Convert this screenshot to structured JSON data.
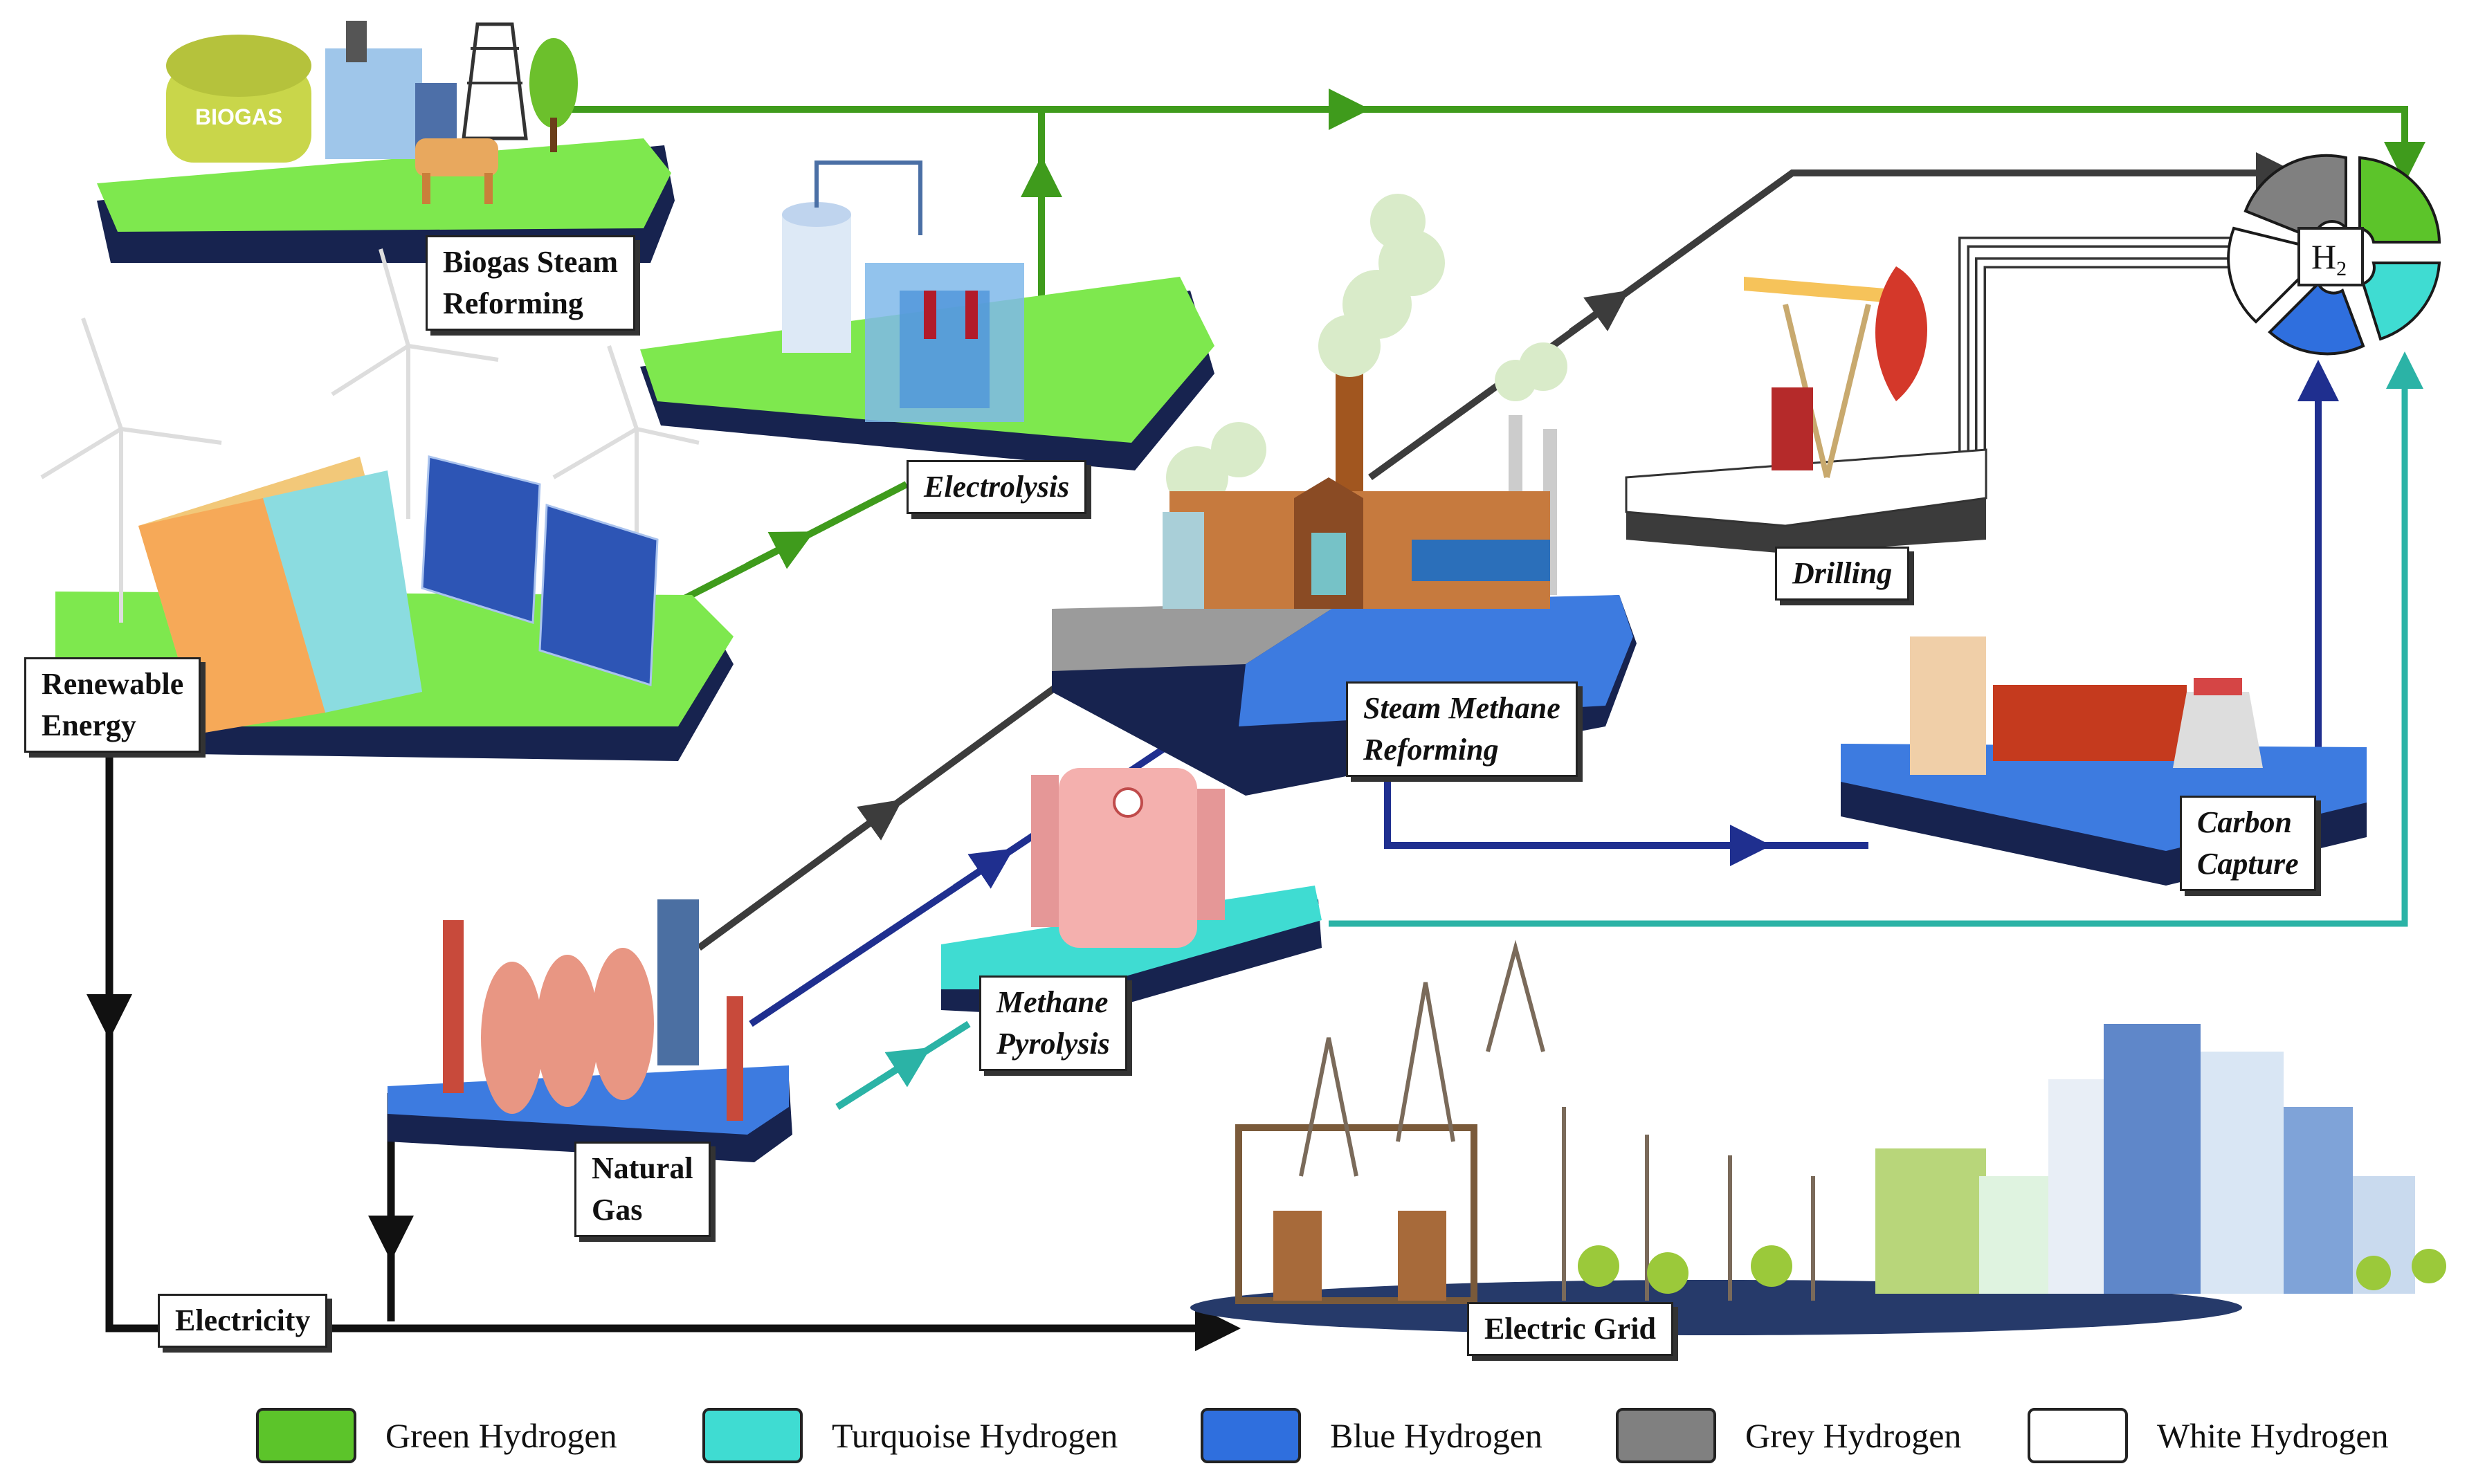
{
  "labels": {
    "biogas": "Biogas Steam\nReforming",
    "electrolysis": "Electrolysis",
    "renewable": "Renewable\nEnergy",
    "smr": "Steam Methane\nReforming",
    "drilling": "Drilling",
    "carbon_capture": "Carbon\nCapture",
    "methane_pyrolysis": "Methane\nPyrolysis",
    "natural_gas": "Natural\nGas",
    "electricity": "Electricity",
    "electric_grid": "Electric Grid",
    "biogas_tank": "BIOGAS",
    "h2": "H",
    "h2_sub": "2"
  },
  "legend": [
    {
      "label": "Green Hydrogen",
      "color": "#5cc42a"
    },
    {
      "label": "Turquoise Hydrogen",
      "color": "#3fdcd2"
    },
    {
      "label": "Blue Hydrogen",
      "color": "#2f6fde"
    },
    {
      "label": "Grey Hydrogen",
      "color": "#808080"
    },
    {
      "label": "White Hydrogen",
      "color": "#ffffff"
    }
  ],
  "colors": {
    "green": "#3f9b1c",
    "teal": "#2bb3a6",
    "blue": "#1f2f8f",
    "grey": "#3c3c3c",
    "black": "#111111",
    "platform_green": "#7ee84e",
    "platform_dark": "#17234f"
  }
}
